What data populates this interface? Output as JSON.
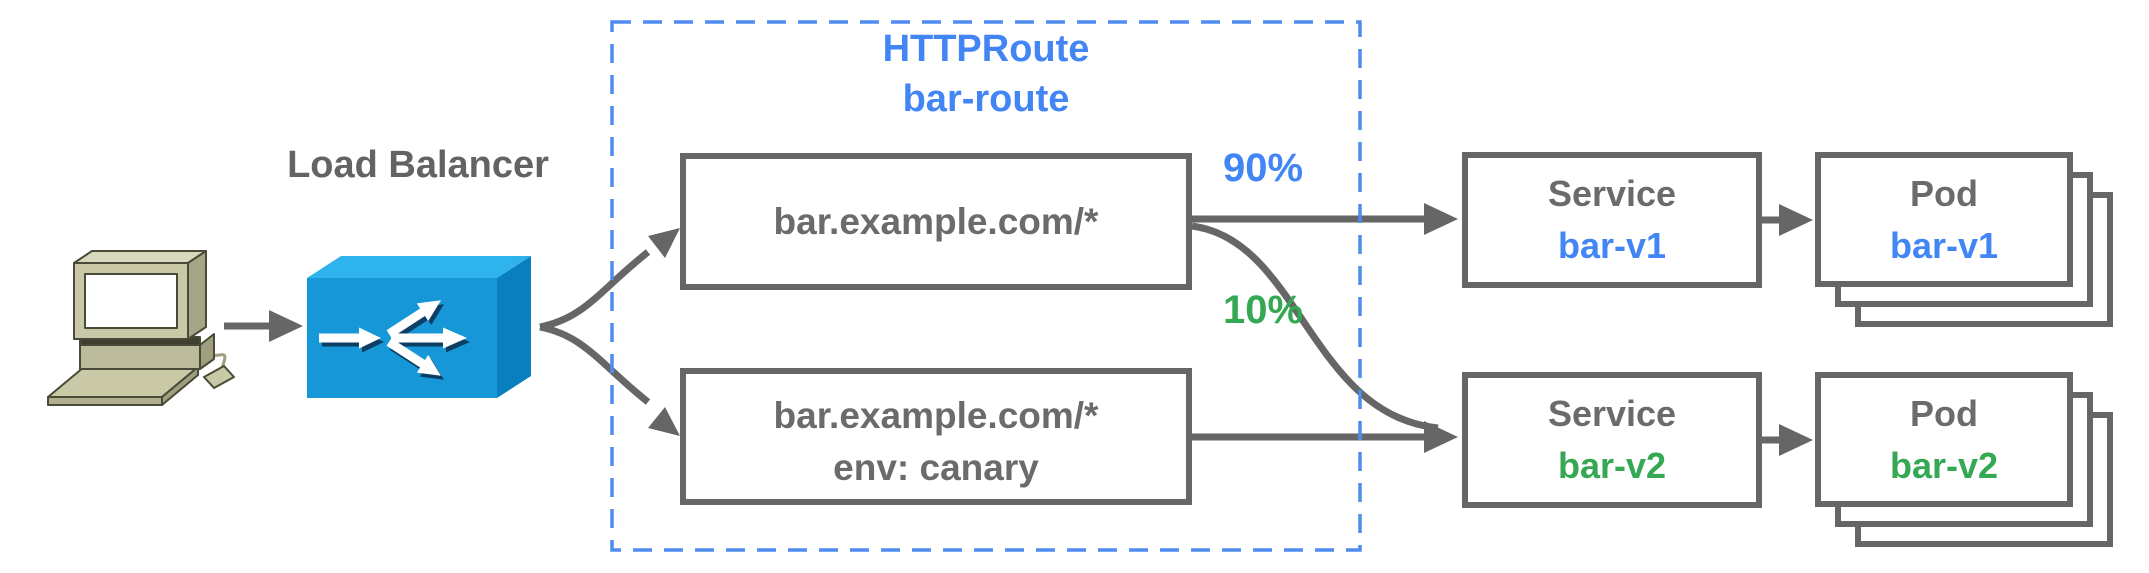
{
  "labels": {
    "load_balancer": "Load Balancer"
  },
  "httproute": {
    "kind": "HTTPRoute",
    "name": "bar-route"
  },
  "rules": [
    {
      "match": "bar.example.com/*"
    },
    {
      "match": "bar.example.com/*",
      "header_match": "env: canary"
    }
  ],
  "traffic_weights": [
    {
      "label": "90%",
      "color": "#4285f4"
    },
    {
      "label": "10%",
      "color": "#34a853"
    }
  ],
  "services": [
    {
      "kind": "Service",
      "name": "bar-v1",
      "color": "#4285f4"
    },
    {
      "kind": "Service",
      "name": "bar-v2",
      "color": "#34a853"
    }
  ],
  "pods": [
    {
      "kind": "Pod",
      "name": "bar-v1",
      "color": "#4285f4"
    },
    {
      "kind": "Pod",
      "name": "bar-v2",
      "color": "#34a853"
    }
  ],
  "icons": {
    "client": "desktop-computer-icon",
    "load_balancer": "load-balancer-box-icon"
  },
  "colors": {
    "accent_blue": "#4285f4",
    "accent_green": "#34a853",
    "line_gray": "#666666",
    "dash_blue": "#4e8cf0",
    "lb_top": "#2fb3ec",
    "lb_front": "#1697d8",
    "lb_side": "#0a7fc0"
  }
}
